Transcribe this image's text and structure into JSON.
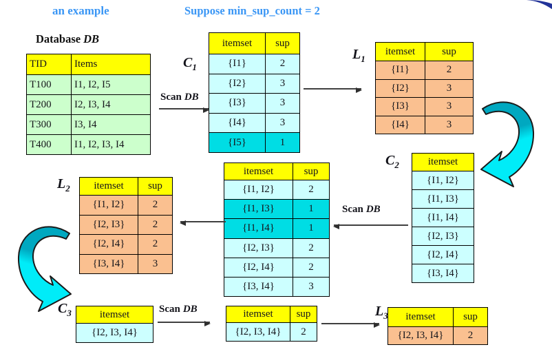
{
  "title": {
    "example": "an example",
    "min_sup": "Suppose min_sup_count = 2"
  },
  "db_title": {
    "base": "Database",
    "italic": "DB"
  },
  "scan_db": {
    "scan": "Scan",
    "db": "DB"
  },
  "c1_label": {
    "base": "C",
    "sub": "1"
  },
  "l1_label": {
    "base": "L",
    "sub": "1"
  },
  "c2_label": {
    "base": "C",
    "sub": "2"
  },
  "l2_label": {
    "base": "L",
    "sub": "2"
  },
  "c3_label": {
    "base": "C",
    "sub": "3"
  },
  "l3_label": {
    "base": "L",
    "sub": "3"
  },
  "col_headers": {
    "tid": "TID",
    "items": "Items",
    "itemset": "itemset",
    "sup": "sup"
  },
  "db_table": {
    "rows": [
      {
        "tid": "T100",
        "items": "I1, I2, I5"
      },
      {
        "tid": "T200",
        "items": "I2, I3, I4"
      },
      {
        "tid": "T300",
        "items": "I3, I4"
      },
      {
        "tid": "T400",
        "items": "I1, I2, I3, I4"
      }
    ]
  },
  "c1": {
    "rows": [
      {
        "itemset": "{I1}",
        "sup": "2"
      },
      {
        "itemset": "{I2}",
        "sup": "3"
      },
      {
        "itemset": "{I3}",
        "sup": "3"
      },
      {
        "itemset": "{I4}",
        "sup": "3"
      },
      {
        "itemset": "{I5}",
        "sup": "1"
      }
    ]
  },
  "l1": {
    "rows": [
      {
        "itemset": "{I1}",
        "sup": "2"
      },
      {
        "itemset": "{I2}",
        "sup": "3"
      },
      {
        "itemset": "{I3}",
        "sup": "3"
      },
      {
        "itemset": "{I4}",
        "sup": "3"
      }
    ]
  },
  "c2_candidates": {
    "rows": [
      {
        "itemset": "{I1, I2}"
      },
      {
        "itemset": "{I1, I3}"
      },
      {
        "itemset": "{I1, I4}"
      },
      {
        "itemset": "{I2, I3}"
      },
      {
        "itemset": "{I2, I4}"
      },
      {
        "itemset": "{I3, I4}"
      }
    ]
  },
  "c2_counted": {
    "rows": [
      {
        "itemset": "{I1, I2}",
        "sup": "2"
      },
      {
        "itemset": "{I1, I3}",
        "sup": "1"
      },
      {
        "itemset": "{I1, I4}",
        "sup": "1"
      },
      {
        "itemset": "{I2, I3}",
        "sup": "2"
      },
      {
        "itemset": "{I2, I4}",
        "sup": "2"
      },
      {
        "itemset": "{I3, I4}",
        "sup": "3"
      }
    ]
  },
  "l2": {
    "rows": [
      {
        "itemset": "{I1, I2}",
        "sup": "2"
      },
      {
        "itemset": "{I2, I3}",
        "sup": "2"
      },
      {
        "itemset": "{I2, I4}",
        "sup": "2"
      },
      {
        "itemset": "{I3, I4}",
        "sup": "3"
      }
    ]
  },
  "c3": {
    "rows": [
      {
        "itemset": "{I2, I3, I4}"
      }
    ]
  },
  "c3_counted": {
    "rows": [
      {
        "itemset": "{I2, I3, I4}",
        "sup": "2"
      }
    ]
  },
  "l3": {
    "rows": [
      {
        "itemset": "{I2, I3, I4}",
        "sup": "2"
      }
    ]
  },
  "colors": {
    "header_yellow": "#FFFF00",
    "db_row_green": "#CCFFCC",
    "candidate_row_cyan": "#CCFFFF",
    "pruned_highlight_cyan": "#00DDE4",
    "frequent_row_peach": "#FAC090",
    "title_blue": "#3A96F5",
    "curved_arrow_teal": "#00C4D4",
    "corner_swoosh_navy": "#223399"
  }
}
